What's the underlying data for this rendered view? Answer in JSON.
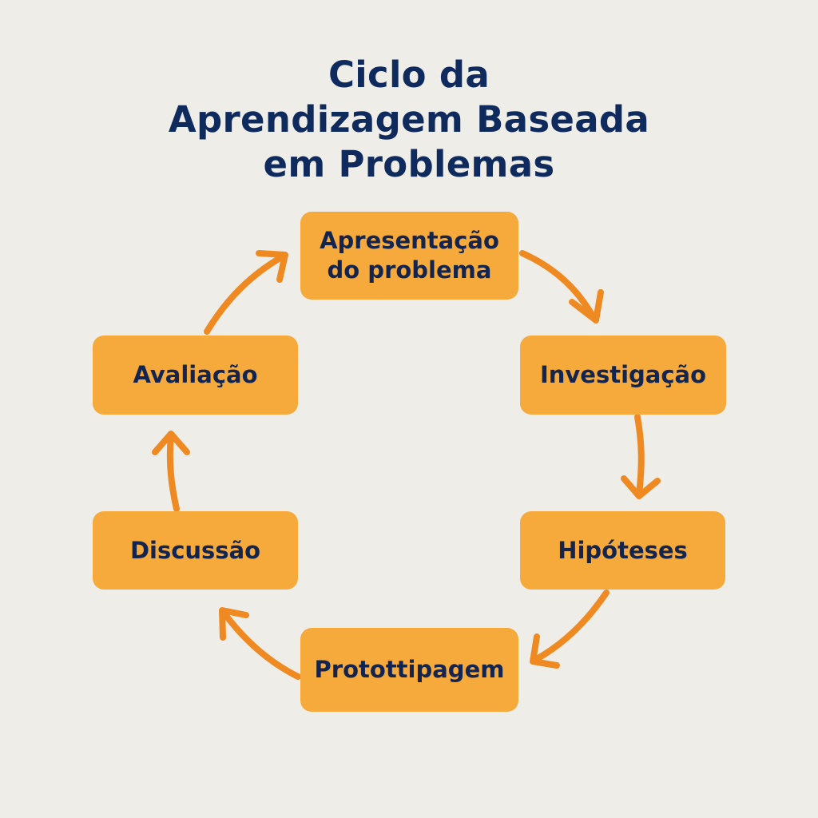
{
  "title": {
    "lines": [
      "Ciclo da",
      "Aprendizagem Baseada",
      "em Problemas"
    ]
  },
  "colors": {
    "background": "#efede8",
    "title": "#0f2a5c",
    "node_fill": "#f6aa3c",
    "node_text": "#13254f",
    "arrow": "#ef8a22"
  },
  "nodes": [
    {
      "id": "apresentacao",
      "lines": [
        "Apresentação",
        "do problema"
      ]
    },
    {
      "id": "investigacao",
      "lines": [
        "Investigação"
      ]
    },
    {
      "id": "hipoteses",
      "lines": [
        "Hipóteses"
      ]
    },
    {
      "id": "prototipagem",
      "lines": [
        "Protottipagem"
      ]
    },
    {
      "id": "discussao",
      "lines": [
        "Discussão"
      ]
    },
    {
      "id": "avaliacao",
      "lines": [
        "Avaliação"
      ]
    }
  ],
  "edges": [
    {
      "from": "apresentacao",
      "to": "investigacao"
    },
    {
      "from": "investigacao",
      "to": "hipoteses"
    },
    {
      "from": "hipoteses",
      "to": "prototipagem"
    },
    {
      "from": "prototipagem",
      "to": "discussao"
    },
    {
      "from": "discussao",
      "to": "avaliacao"
    },
    {
      "from": "avaliacao",
      "to": "apresentacao"
    }
  ]
}
